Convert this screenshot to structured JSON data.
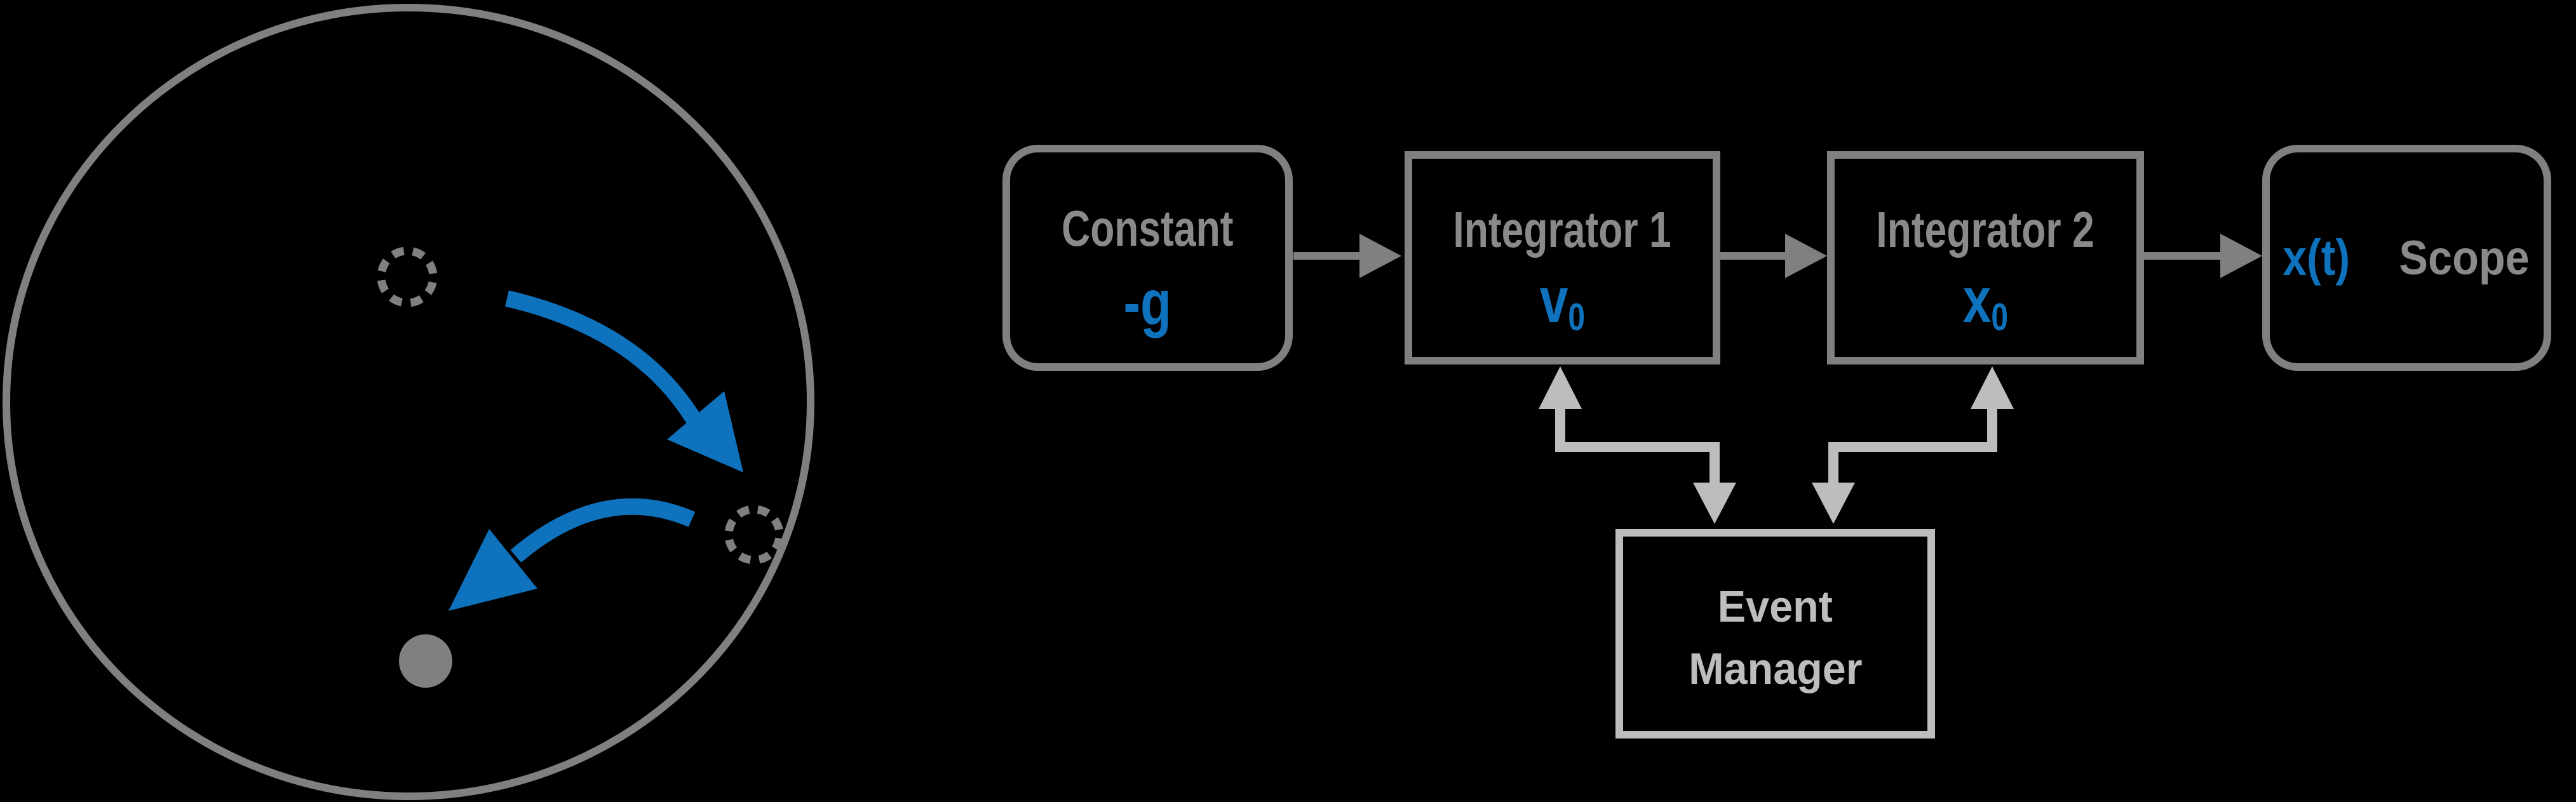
{
  "palette": {
    "background": "#000000",
    "outline_gray": "#808080",
    "text_gray": "#8a8a8a",
    "light_gray": "#bdbdbd",
    "accent_blue": "#0e72bc"
  },
  "illustration": {
    "boundary_icon": "circle-boundary",
    "ball_start_icon": "dashed-ball-position",
    "ball_contact_icon": "dashed-ball-position",
    "ball_rest_icon": "solid-ball",
    "fall_arrow_icon": "curved-arrow-down-right",
    "rebound_arrow_icon": "curved-arrow-down-left"
  },
  "blocks": {
    "constant": {
      "title": "Constant",
      "value": "-g"
    },
    "integrator1": {
      "title": "Integrator 1",
      "value_base": "v",
      "value_sub": "0"
    },
    "integrator2": {
      "title": "Integrator 2",
      "value_base": "x",
      "value_sub": "0"
    },
    "scope": {
      "signal": "x(t)",
      "title": "Scope"
    },
    "event_manager": {
      "line1": "Event",
      "line2": "Manager"
    }
  }
}
